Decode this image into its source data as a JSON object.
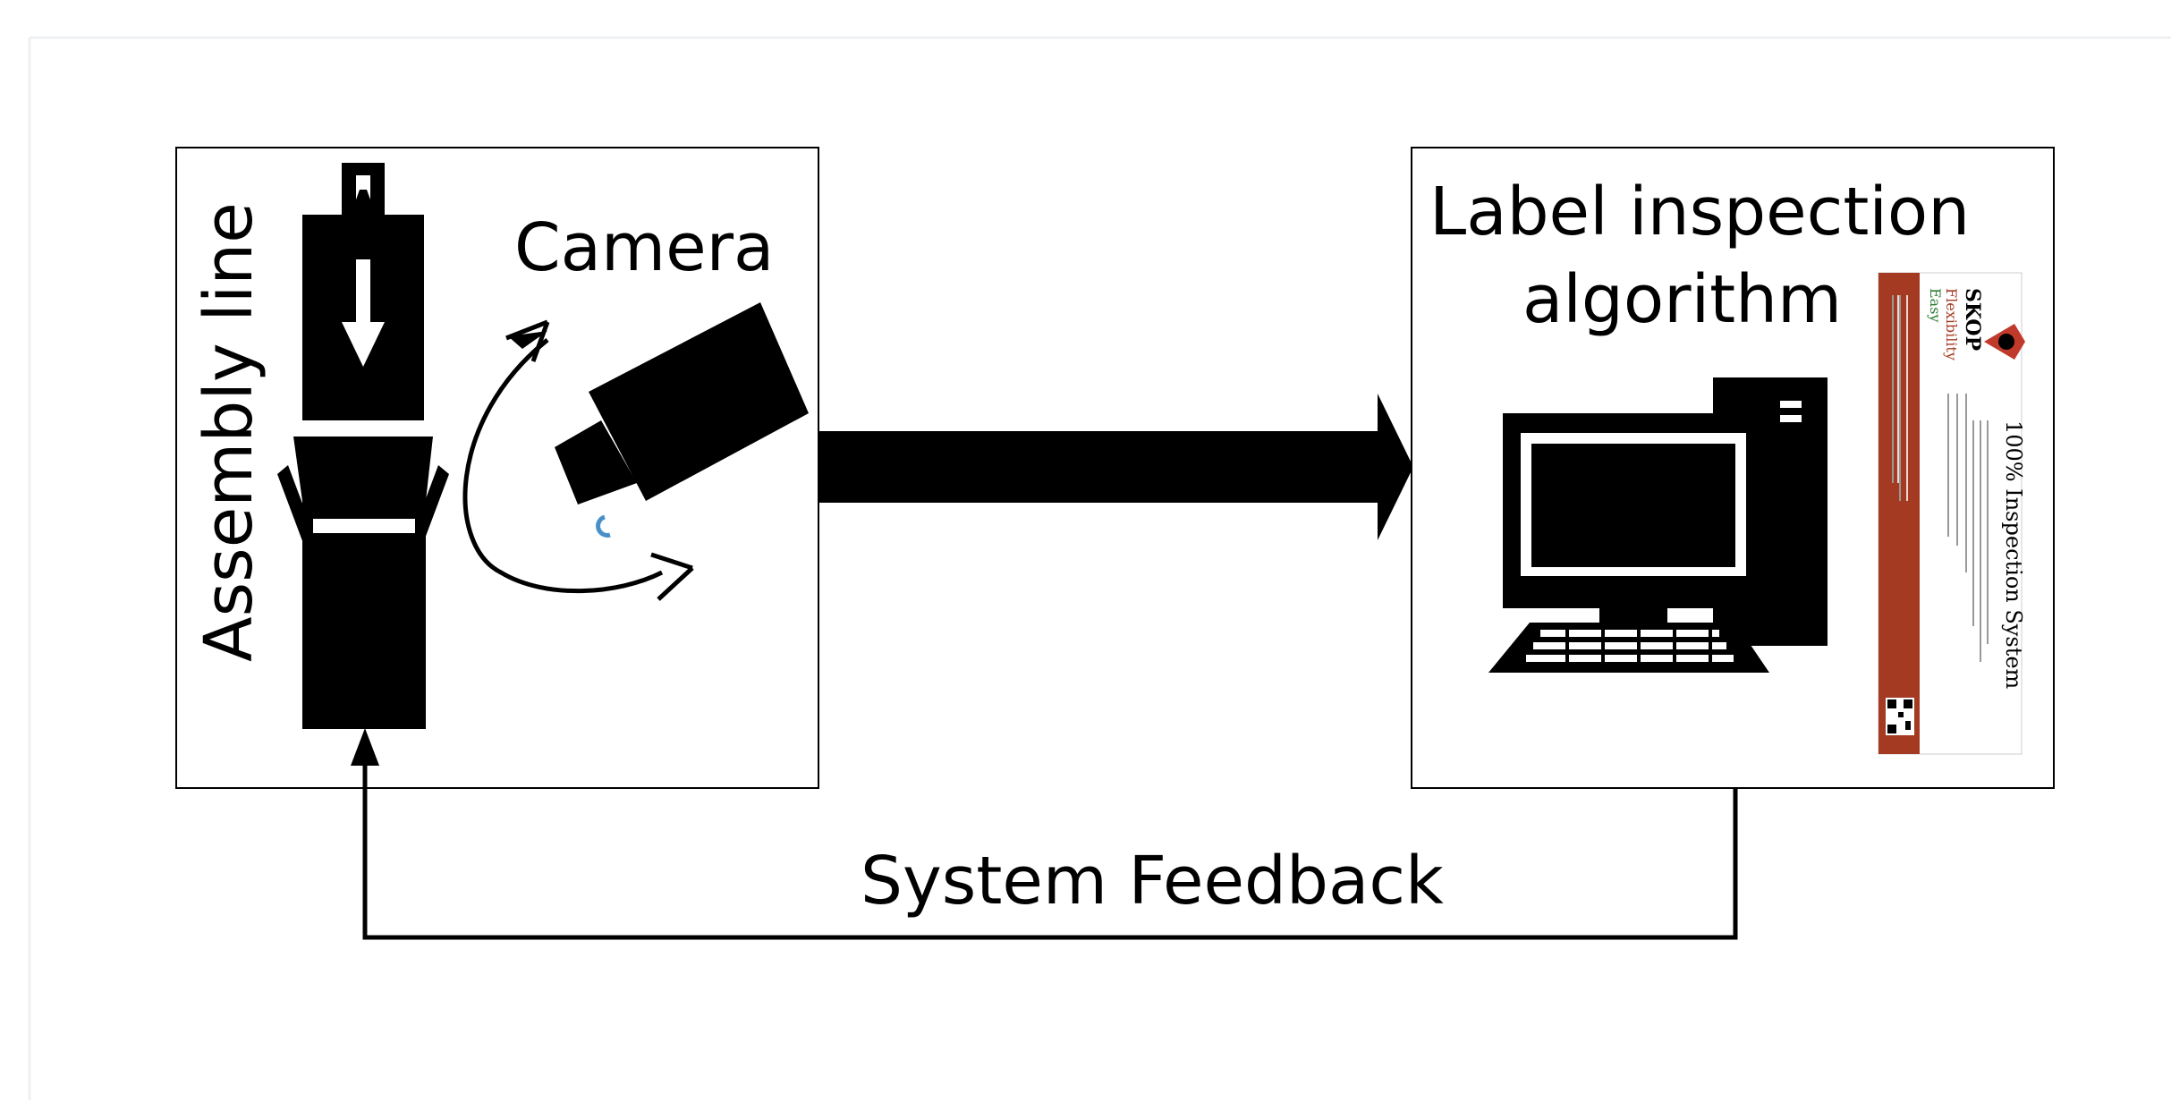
{
  "diagram": {
    "left_box": {
      "vertical_label": "Assembly line",
      "camera_label": "Camera"
    },
    "right_box": {
      "title_line1": "Label inspection",
      "title_line2": "algorithm",
      "poster": {
        "heading": "100% Inspection System",
        "brand": "SKOP",
        "tag1": "Flexibility",
        "tag2": "Easy"
      }
    },
    "feedback_label": "System Feedback"
  },
  "colors": {
    "poster_red": "#a43a22",
    "camera_accent": "#4a90c8",
    "line": "#000000"
  },
  "icons": [
    "product-container-icon",
    "camera-icon",
    "rotation-arrow-icon",
    "computer-icon",
    "label-poster-icon"
  ]
}
